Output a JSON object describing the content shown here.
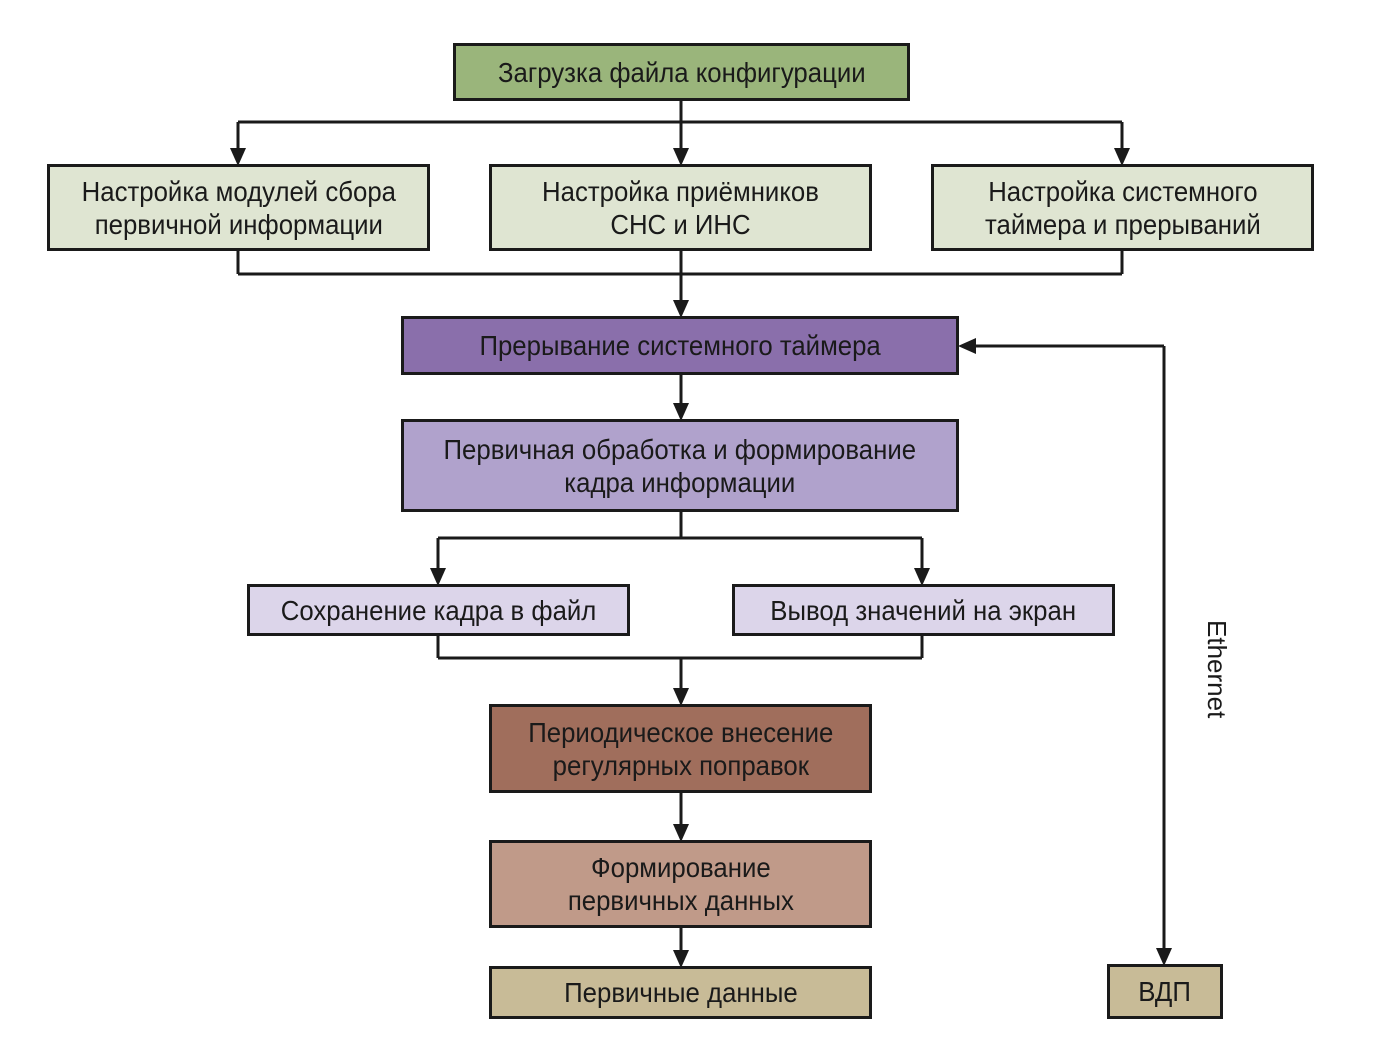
{
  "colors": {
    "green_dark": "#9ab57b",
    "green_light": "#dfe5d2",
    "purple_dark": "#8a6fab",
    "purple_mid": "#b0a2cc",
    "purple_light": "#dcd5ea",
    "brown_dark": "#a06e5c",
    "brown_mid": "#c09a89",
    "tan": "#c8bb97"
  },
  "nodes": {
    "load_config": "Загрузка файла конфигурации",
    "setup_modules": "Настройка модулей сбора\nпервичной информации",
    "setup_receivers": "Настройка приёмников\nСНС и ИНС",
    "setup_timer": "Настройка системного\nтаймера и прерываний",
    "timer_interrupt": "Прерывание системного таймера",
    "primary_processing": "Первичная обработка и формирование\nкадра информации",
    "save_frame": "Сохранение кадра в файл",
    "display_values": "Вывод значений на экран",
    "periodic_corrections": "Периодическое внесение\nрегулярных поправок",
    "form_primary": "Формирование\nпервичных данных",
    "primary_data": "Первичные данные",
    "vdp": "ВДП"
  },
  "labels": {
    "ethernet": "Ethernet"
  }
}
